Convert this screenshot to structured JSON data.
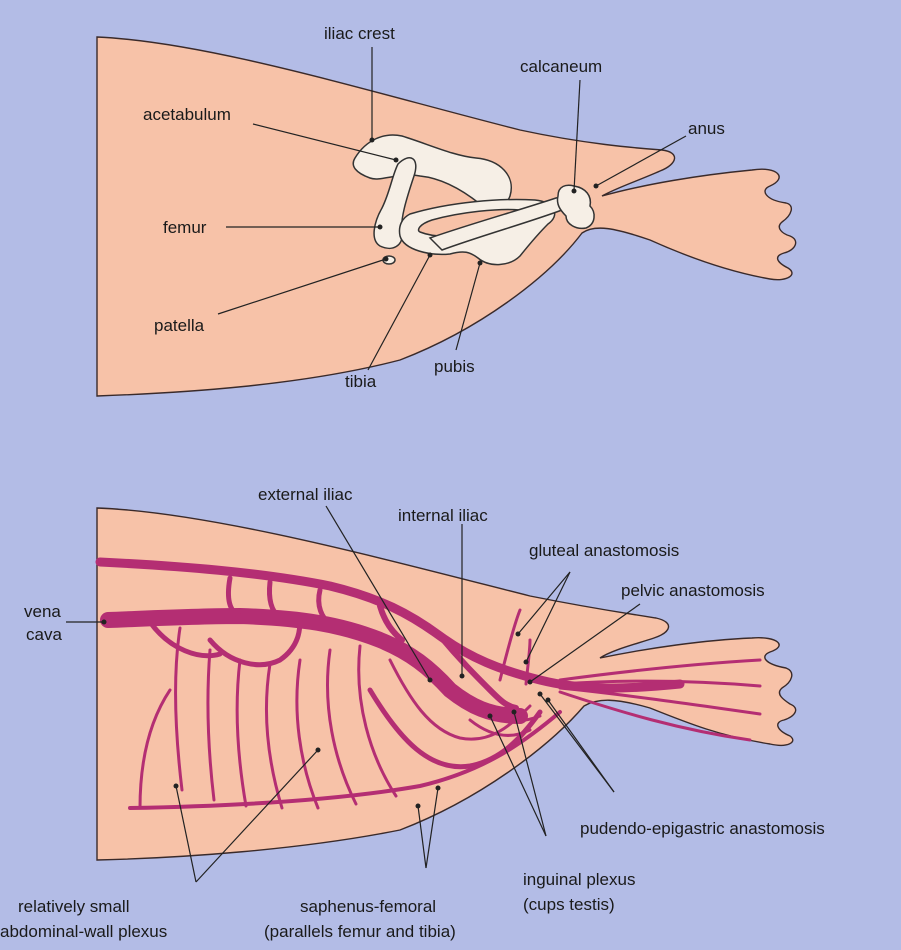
{
  "colors": {
    "background": "#b3bce6",
    "body_fill": "#f7c2a8",
    "body_outline": "#3a2a2a",
    "bone_fill": "#f6efe6",
    "bone_outline": "#333333",
    "vessel": "#b42e73",
    "leader": "#222222"
  },
  "top_diagram": {
    "labels": {
      "iliac_crest": "iliac crest",
      "calcaneum": "calcaneum",
      "acetabulum": "acetabulum",
      "anus": "anus",
      "femur": "femur",
      "patella": "patella",
      "tibia": "tibia",
      "pubis": "pubis"
    }
  },
  "bottom_diagram": {
    "labels": {
      "external_iliac": "external iliac",
      "internal_iliac": "internal iliac",
      "gluteal_anastomosis": "gluteal anastomosis",
      "pelvic_anastomosis": "pelvic anastomosis",
      "vena_cava_line1": "vena",
      "vena_cava_line2": "cava",
      "pudendo_epigastric": "pudendo-epigastric anastomosis",
      "inguinal_line1": "inguinal plexus",
      "inguinal_line2": "(cups testis)",
      "saphenus_line1": "saphenus-femoral",
      "saphenus_line2": "(parallels femur and tibia)",
      "abdominal_line1": "relatively small",
      "abdominal_line2": "abdominal-wall plexus"
    }
  }
}
